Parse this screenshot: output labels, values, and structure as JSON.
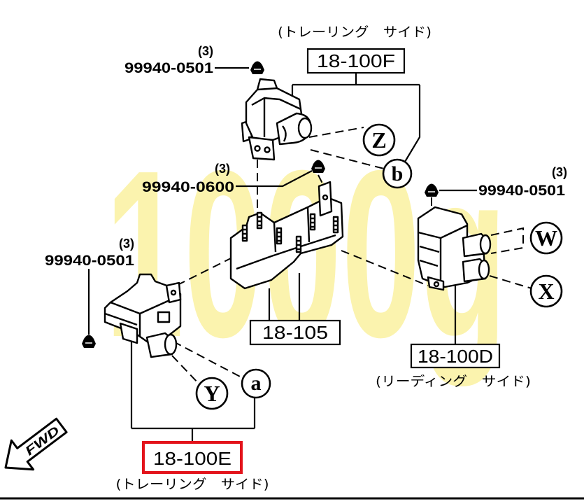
{
  "diagram": {
    "watermark": "1000g",
    "trailing_top": {
      "side_label": "(トレーリング　サイド)",
      "part_label": "18-100F"
    },
    "bracket": {
      "part_label": "18-105"
    },
    "leading": {
      "part_label": "18-100D",
      "side_label": "(リーディング　サイド)"
    },
    "trailing_bottom": {
      "part_label": "18-100E",
      "side_label": "(トレーリング　サイド)"
    },
    "fasteners": {
      "top": {
        "qty": "(3)",
        "part_no": "99940-0501"
      },
      "bracket": {
        "qty": "(3)",
        "part_no": "99940-0600"
      },
      "right": {
        "qty": "(3)",
        "part_no": "99940-0501"
      },
      "left": {
        "qty": "(3)",
        "part_no": "99940-0501"
      }
    },
    "connectors": {
      "z": "Z",
      "b": "b",
      "w": "W",
      "x": "X",
      "y": "Y",
      "a": "a"
    },
    "direction_label": "FWD"
  },
  "colors": {
    "highlight": "#e3131b",
    "watermark": "#fbf2a6"
  }
}
